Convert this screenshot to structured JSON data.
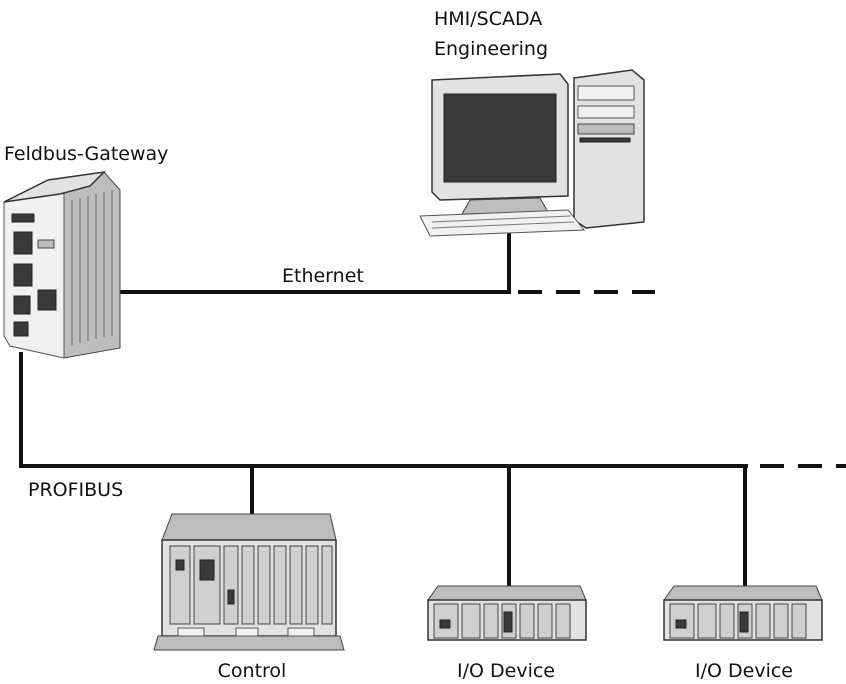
{
  "labels": {
    "hmi_line1": "HMI/SCADA",
    "hmi_line2": "Engineering",
    "gateway": "Feldbus-Gateway",
    "ethernet": "Ethernet",
    "profibus": "PROFIBUS",
    "control": "Control",
    "io_device_1": "I/O Device",
    "io_device_2": "I/O Device"
  }
}
